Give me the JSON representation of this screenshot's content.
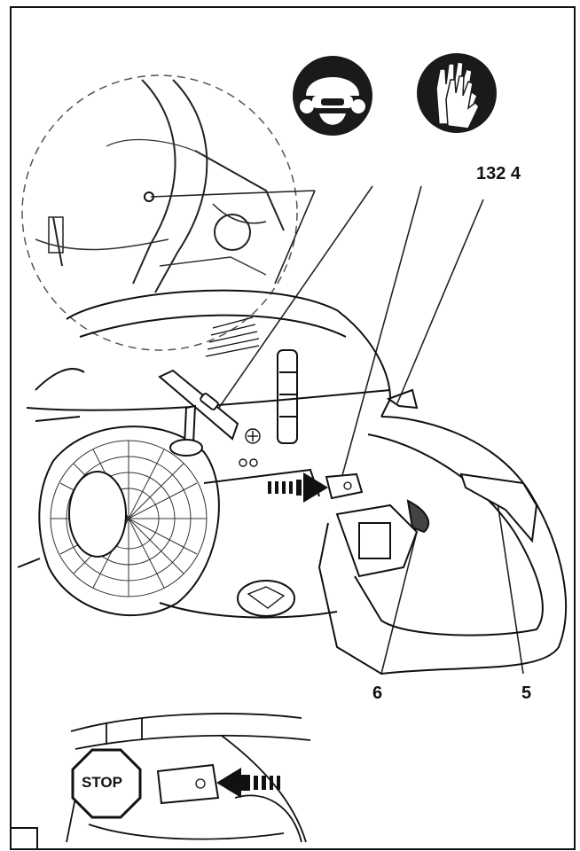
{
  "labels": {
    "part_132_4": "132 4",
    "part_6": "6",
    "part_5": "5",
    "stop_sign": "STOP"
  },
  "safety_icons": [
    "helmet-goggles-ear-protection-icon",
    "protective-gloves-icon"
  ],
  "colors": {
    "ink": "#111111",
    "paper": "#ffffff",
    "icon_bg": "#1a1a1a"
  }
}
